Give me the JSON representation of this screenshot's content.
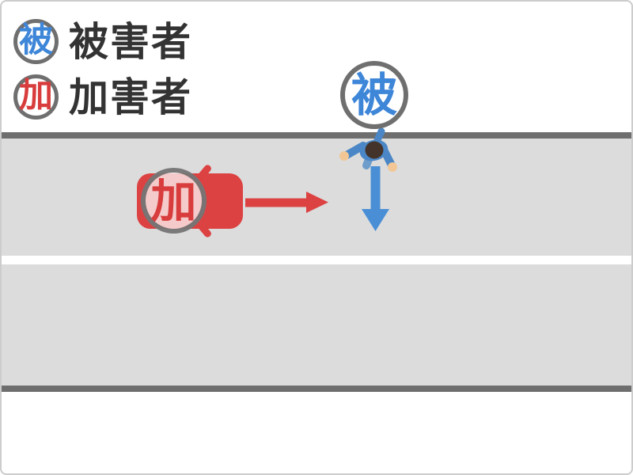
{
  "legend": {
    "items": [
      {
        "badge_char": "被",
        "label": "被害者"
      },
      {
        "badge_char": "加",
        "label": "加害者"
      }
    ]
  },
  "scene": {
    "victim_badge_char": "被",
    "perpetrator_badge_char": "加"
  },
  "icons": {
    "car": "car-icon",
    "pedestrian": "pedestrian-icon",
    "car_direction": "right-arrow-icon",
    "pedestrian_direction": "down-arrow-icon",
    "victim_marker": "victim-badge-icon",
    "perpetrator_marker": "perpetrator-badge-icon"
  },
  "colors": {
    "victim_blue": "#3e86d8",
    "perpetrator_red": "#d83c3c",
    "car_red": "#dc4242",
    "car_arrow_red": "#dc4242",
    "pedestrian_body_blue": "#4b87c6",
    "pedestrian_arrow_blue": "#4a8fd6",
    "pedestrian_head_brown": "#44332a",
    "pedestrian_skin": "#f2c795",
    "road_lane_gray": "#dcdcdc",
    "road_edge_gray": "#6e6e6e",
    "lane_divider_white": "#ffffff",
    "badge_border_gray": "#6f6f6f",
    "legend_text": "#333333",
    "background": "#ffffff",
    "frame_border": "#cccccc"
  }
}
